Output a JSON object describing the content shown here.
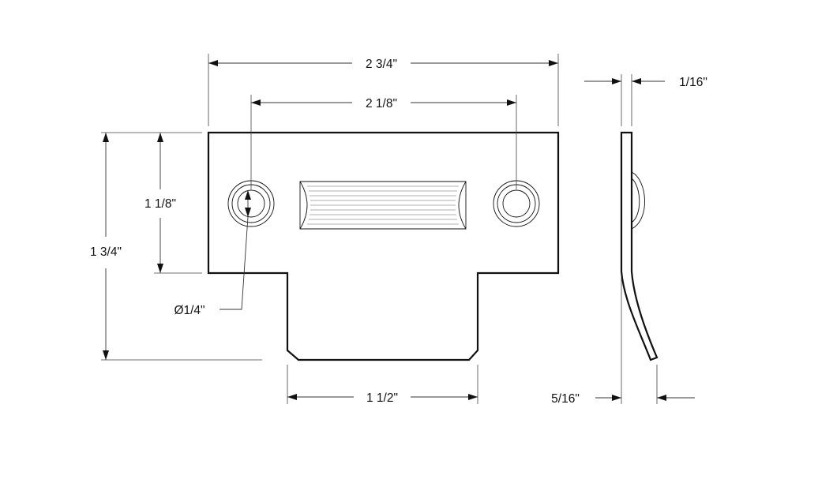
{
  "diagram": {
    "dimensions": {
      "overall_width": "2 3/4\"",
      "hole_spacing": "2 1/8\"",
      "overall_height": "1 3/4\"",
      "plate_height": "1 1/8\"",
      "hole_diameter": "Ø1/4\"",
      "tab_width": "1 1/2\"",
      "thickness": "1/16\"",
      "lip_offset": "5/16\""
    },
    "colors": {
      "line": "#111111",
      "background": "#ffffff"
    }
  }
}
